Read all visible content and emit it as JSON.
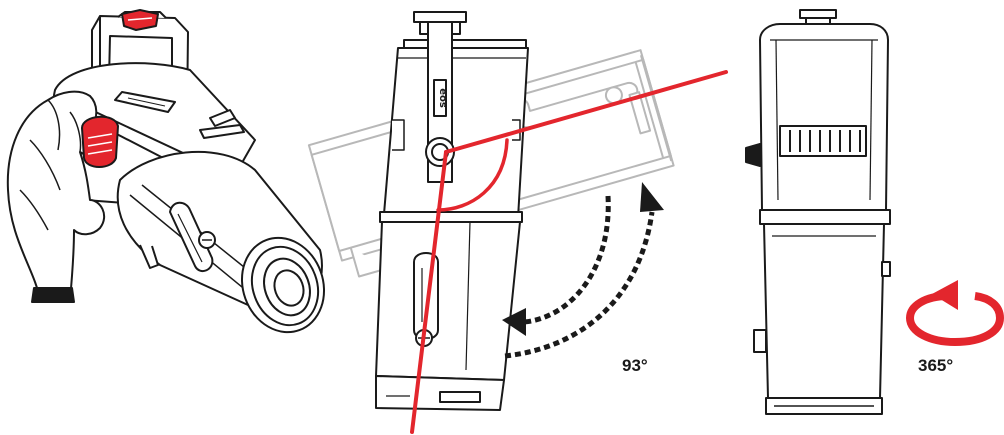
{
  "colors": {
    "line": "#1a1a1a",
    "ghost": "#b8b8b8",
    "accent": "#e3262d",
    "background": "#ffffff"
  },
  "icons": {
    "rotation": "counterclockwise-rotation-arrow-icon",
    "tilt": "dotted-curved-double-arrow-icon"
  },
  "annotations": {
    "tilt_angle": "93°",
    "rotation_angle": "365°"
  },
  "logo_text": "eos"
}
